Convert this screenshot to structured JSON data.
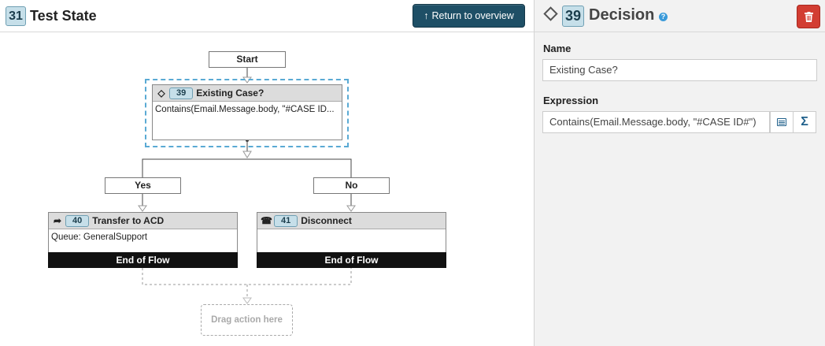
{
  "state": {
    "number": "31",
    "title": "Test State",
    "return_button": "Return to overview"
  },
  "flow": {
    "start_label": "Start",
    "decision": {
      "number": "39",
      "title": "Existing Case?",
      "body": "Contains(Email.Message.body, \"#CASE ID..."
    },
    "yes_label": "Yes",
    "no_label": "No",
    "transfer": {
      "number": "40",
      "title": "Transfer to ACD",
      "body": "Queue: GeneralSupport",
      "footer": "End of Flow"
    },
    "disconnect": {
      "number": "41",
      "title": "Disconnect",
      "body": "",
      "footer": "End of Flow"
    },
    "drag_hint": "Drag action here"
  },
  "panel": {
    "number": "39",
    "title": "Decision",
    "help": "?",
    "name_label": "Name",
    "name_value": "Existing Case?",
    "expression_label": "Expression",
    "expression_value": "Contains(Email.Message.body, \"#CASE ID#\")",
    "sigma": "Σ"
  },
  "icons": {
    "return": "arrow-up-icon",
    "decision": "diamond-icon",
    "transfer": "share-arrow-icon",
    "disconnect": "phone-hangup-icon",
    "delete": "trash-icon",
    "help": "question-circle-icon",
    "expression_editor": "list-icon",
    "expression_builder": "sigma-icon"
  },
  "colors": {
    "primary_button": "#1e4f66",
    "delete_button": "#d23d32",
    "badge_bg": "#c6dfe9",
    "selection": "#5aaad4",
    "footer_bg": "#111111",
    "panel_bg": "#f2f2f2"
  }
}
